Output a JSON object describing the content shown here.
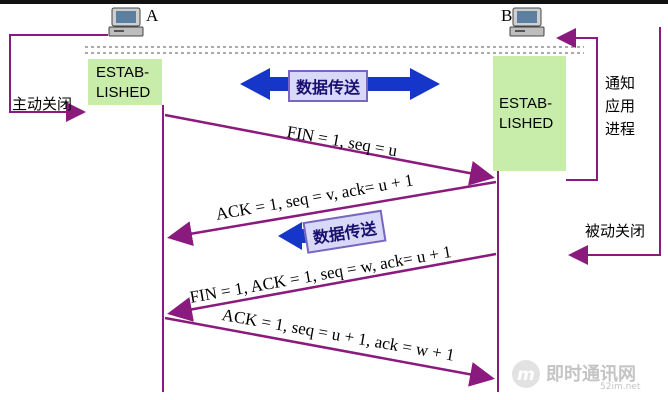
{
  "hosts": {
    "a": "A",
    "b": "B"
  },
  "states": {
    "a_established": [
      "ESTAB-",
      "LISHED"
    ],
    "b_established": [
      "ESTAB-",
      "LISHED"
    ]
  },
  "side_labels": {
    "active_close": "主动关闭",
    "notify_app": [
      "通知",
      "应用",
      "进程"
    ],
    "passive_close": "被动关闭"
  },
  "data_transfer": {
    "top": "数据传送",
    "middle": "数据传送"
  },
  "segments": [
    {
      "dir": "A→B",
      "label": "FIN = 1, seq = u"
    },
    {
      "dir": "B→A",
      "label": "ACK = 1, seq = v, ack= u + 1"
    },
    {
      "dir": "B→A",
      "label": "FIN = 1, ACK = 1, seq = w, ack= u + 1"
    },
    {
      "dir": "A→B",
      "label": "ACK = 1, seq = u + 1, ack = w + 1"
    }
  ],
  "watermark": {
    "brand": "即时通讯网",
    "sub": "52im.net"
  },
  "colors": {
    "arrow": "#8a1a7e",
    "state_box": "#c8ecaa",
    "data_arrow": "#1536c8"
  }
}
